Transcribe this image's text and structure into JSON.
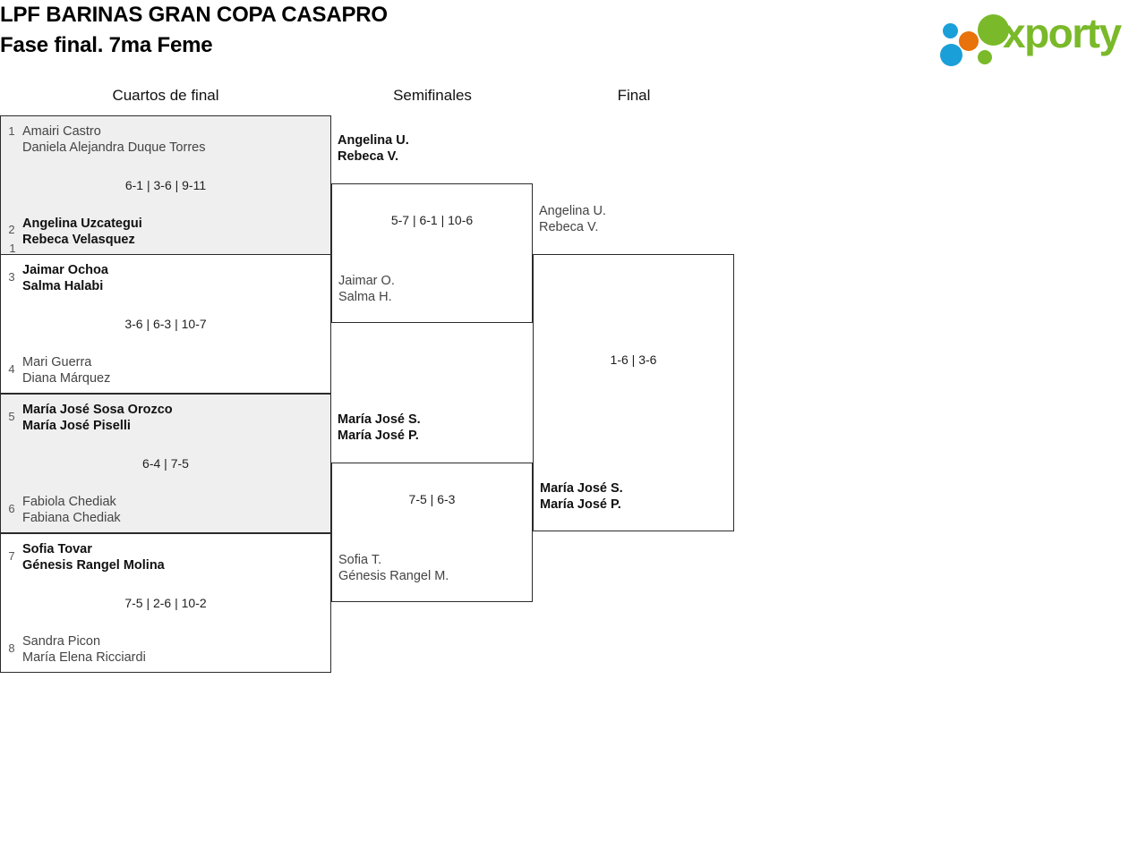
{
  "header": {
    "title_line1": "LPF BARINAS GRAN COPA CASAPRO",
    "title_line2": "Fase final. 7ma Feme",
    "logo_text": "xporty",
    "logo_colors": {
      "green": "#7ab929",
      "blue": "#1a9fd9",
      "orange": "#e8720c"
    }
  },
  "rounds": [
    {
      "label": "Cuartos de final"
    },
    {
      "label": "Semifinales"
    },
    {
      "label": "Final"
    }
  ],
  "bracket": {
    "quarterfinals": [
      {
        "score": "6-1 | 3-6 | 9-11",
        "top": {
          "seed": "1",
          "player1": "Amairi Castro",
          "player2": "Daniela Alejandra Duque Torres",
          "winner": false
        },
        "bottom": {
          "seed": "2",
          "player1": "Angelina Uzcategui",
          "player2": "Rebeca Velasquez",
          "winner": true
        }
      },
      {
        "score": "3-6 | 6-3 | 10-7",
        "top": {
          "seed": "3",
          "player1": "Jaimar Ochoa",
          "player2": "Salma Halabi",
          "winner": true
        },
        "bottom": {
          "seed": "4",
          "player1": "Mari Guerra",
          "player2": "Diana Márquez",
          "winner": false
        }
      },
      {
        "score": "6-4 | 7-5",
        "top": {
          "seed": "5",
          "player1": "María José Sosa Orozco",
          "player2": "María José Piselli",
          "winner": true
        },
        "bottom": {
          "seed": "6",
          "player1": "Fabiola Chediak",
          "player2": "Fabiana Chediak",
          "winner": false
        }
      },
      {
        "score": "7-5 | 2-6 | 10-2",
        "top": {
          "seed": "7",
          "player1": "Sofia Tovar",
          "player2": "Génesis Rangel Molina",
          "winner": true
        },
        "bottom": {
          "seed": "8",
          "player1": "Sandra Picon",
          "player2": "María Elena Ricciardi",
          "winner": false
        }
      }
    ],
    "semifinals": [
      {
        "score": "5-7 | 6-1 | 10-6",
        "top": {
          "player1": "Angelina U.",
          "player2": "Rebeca V.",
          "winner": true
        },
        "bottom": {
          "player1": "Jaimar O.",
          "player2": "Salma H.",
          "winner": false
        }
      },
      {
        "score": "7-5 | 6-3",
        "top": {
          "player1": "María José S.",
          "player2": "María José P.",
          "winner": true
        },
        "bottom": {
          "player1": "Sofia T.",
          "player2": "Génesis Rangel M.",
          "winner": false
        }
      }
    ],
    "final": [
      {
        "score": "1-6 | 3-6",
        "top": {
          "player1": "Angelina U.",
          "player2": "Rebeca V.",
          "winner": false
        },
        "bottom": {
          "player1": "María José S.",
          "player2": "María José P.",
          "winner": true
        }
      }
    ]
  }
}
